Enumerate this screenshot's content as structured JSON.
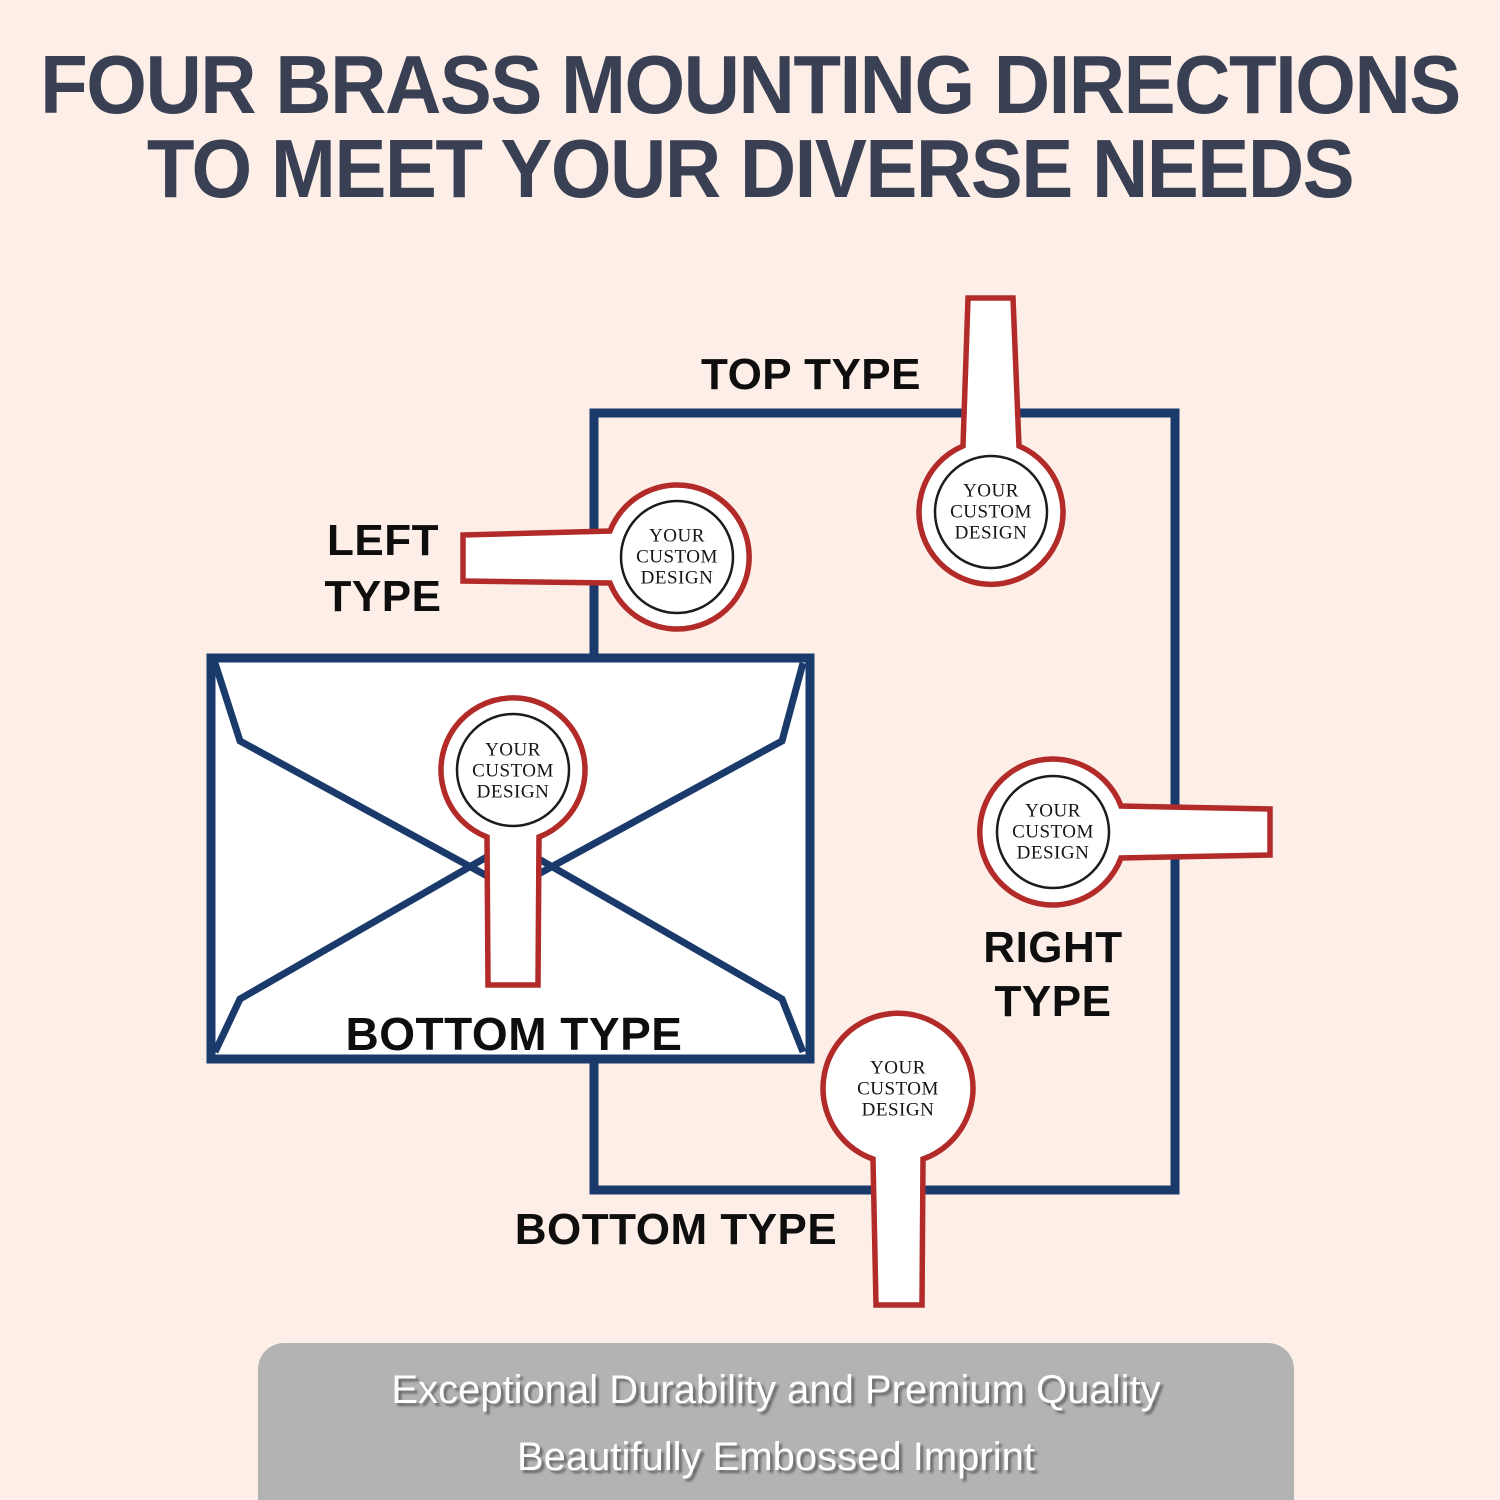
{
  "title": {
    "line1": "FOUR BRASS MOUNTING DIRECTIONS",
    "line2": "TO MEET YOUR DIVERSE NEEDS"
  },
  "diagram": {
    "seal_lines": [
      "YOUR",
      "CUSTOM",
      "DESIGN"
    ],
    "labels": {
      "top": "TOP TYPE",
      "left1": "LEFT",
      "left2": "TYPE",
      "right1": "RIGHT",
      "right2": "TYPE",
      "envelope_bottom": "BOTTOM TYPE",
      "bottom": "BOTTOM TYPE"
    },
    "colors": {
      "outline_navy": "#1a3a6c",
      "seal_red": "#b22b28",
      "label_black": "#0e0e0e"
    }
  },
  "footer": {
    "line1": "Exceptional Durability and Premium Quality",
    "line2": "Beautifully Embossed Imprint",
    "bg_color": "#b3b3b3",
    "text_color": "#ffffff"
  },
  "page": {
    "bg_color": "#fdefe7",
    "title_color": "#3a4053"
  }
}
